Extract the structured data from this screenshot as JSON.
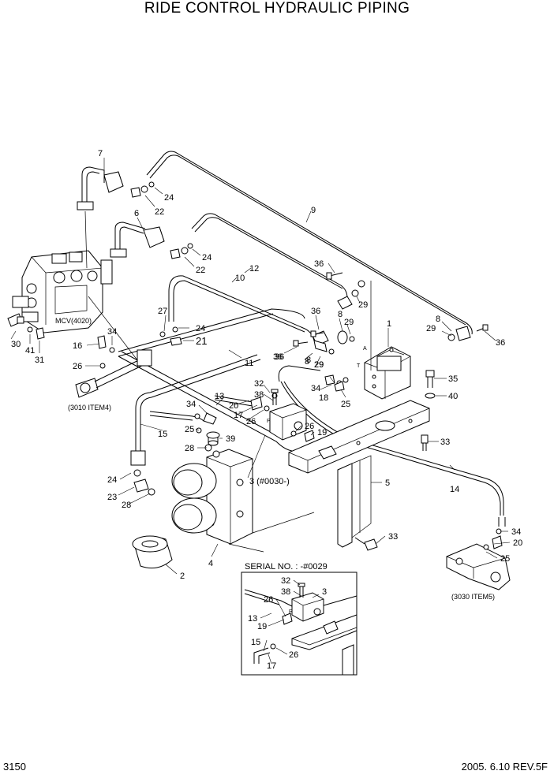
{
  "title": "RIDE CONTROL HYDRAULIC PIPING",
  "page_number": "3150",
  "revision": "2005. 6.10  REV.5F",
  "inset_title": "SERIAL NO. : -#0029",
  "labels": {
    "mcv": "MCV(4020)",
    "item_3010": "(3010 ITEM4)",
    "item_3030": "(3030 ITEM5)",
    "serial_ref": "3 (#0030-)"
  },
  "port_marks": {
    "p": "P",
    "a": "A",
    "t": "T"
  },
  "callouts": [
    {
      "id": "c7",
      "text": "7"
    },
    {
      "id": "c24a",
      "text": "24"
    },
    {
      "id": "c22a",
      "text": "22"
    },
    {
      "id": "c6",
      "text": "6"
    },
    {
      "id": "c24b",
      "text": "24"
    },
    {
      "id": "c22b",
      "text": "22"
    },
    {
      "id": "c9",
      "text": "9"
    },
    {
      "id": "c12",
      "text": "12"
    },
    {
      "id": "c10",
      "text": "10"
    },
    {
      "id": "c36a",
      "text": "36"
    },
    {
      "id": "c29a",
      "text": "29"
    },
    {
      "id": "c36b",
      "text": "36"
    },
    {
      "id": "c8a",
      "text": "8"
    },
    {
      "id": "c29b",
      "text": "29"
    },
    {
      "id": "c1",
      "text": "1"
    },
    {
      "id": "c8b",
      "text": "8"
    },
    {
      "id": "c29c",
      "text": "29"
    },
    {
      "id": "c36c",
      "text": "36"
    },
    {
      "id": "c27",
      "text": "27"
    },
    {
      "id": "c24c",
      "text": "24"
    },
    {
      "id": "c21",
      "text": "21"
    },
    {
      "id": "c34a",
      "text": "34"
    },
    {
      "id": "c16",
      "text": "16"
    },
    {
      "id": "c26a",
      "text": "26"
    },
    {
      "id": "c30",
      "text": "30"
    },
    {
      "id": "c41",
      "text": "41"
    },
    {
      "id": "c31",
      "text": "31"
    },
    {
      "id": "c11",
      "text": "11"
    },
    {
      "id": "c36d",
      "text": "36"
    },
    {
      "id": "c8c",
      "text": "8"
    },
    {
      "id": "c29d",
      "text": "29"
    },
    {
      "id": "c35",
      "text": "35"
    },
    {
      "id": "c40",
      "text": "40"
    },
    {
      "id": "c34b",
      "text": "34"
    },
    {
      "id": "c18",
      "text": "18"
    },
    {
      "id": "c25a",
      "text": "25"
    },
    {
      "id": "c32a",
      "text": "32"
    },
    {
      "id": "c38a",
      "text": "38"
    },
    {
      "id": "c13a",
      "text": "13"
    },
    {
      "id": "c34c",
      "text": "34"
    },
    {
      "id": "c20a",
      "text": "20"
    },
    {
      "id": "c17a",
      "text": "17"
    },
    {
      "id": "c26b",
      "text": "26"
    },
    {
      "id": "c15a",
      "text": "15"
    },
    {
      "id": "c25b",
      "text": "25"
    },
    {
      "id": "c26c",
      "text": "26"
    },
    {
      "id": "c19a",
      "text": "19"
    },
    {
      "id": "c39",
      "text": "39"
    },
    {
      "id": "c28a",
      "text": "28"
    },
    {
      "id": "c33a",
      "text": "33"
    },
    {
      "id": "c24d",
      "text": "24"
    },
    {
      "id": "c23",
      "text": "23"
    },
    {
      "id": "c28b",
      "text": "28"
    },
    {
      "id": "c5",
      "text": "5"
    },
    {
      "id": "c14",
      "text": "14"
    },
    {
      "id": "c34d",
      "text": "34"
    },
    {
      "id": "c20b",
      "text": "20"
    },
    {
      "id": "c25c",
      "text": "25"
    },
    {
      "id": "c33b",
      "text": "33"
    },
    {
      "id": "c4",
      "text": "4"
    },
    {
      "id": "c2",
      "text": "2"
    },
    {
      "id": "c32b",
      "text": "32"
    },
    {
      "id": "c38b",
      "text": "38"
    },
    {
      "id": "c3",
      "text": "3"
    },
    {
      "id": "c26d",
      "text": "26"
    },
    {
      "id": "c13b",
      "text": "13"
    },
    {
      "id": "c19b",
      "text": "19"
    },
    {
      "id": "c15b",
      "text": "15"
    },
    {
      "id": "c26e",
      "text": "26"
    },
    {
      "id": "c17b",
      "text": "17"
    },
    {
      "id": "c8d",
      "text": "8"
    },
    {
      "id": "c29e",
      "text": "29"
    },
    {
      "id": "c36e",
      "text": "36"
    }
  ]
}
